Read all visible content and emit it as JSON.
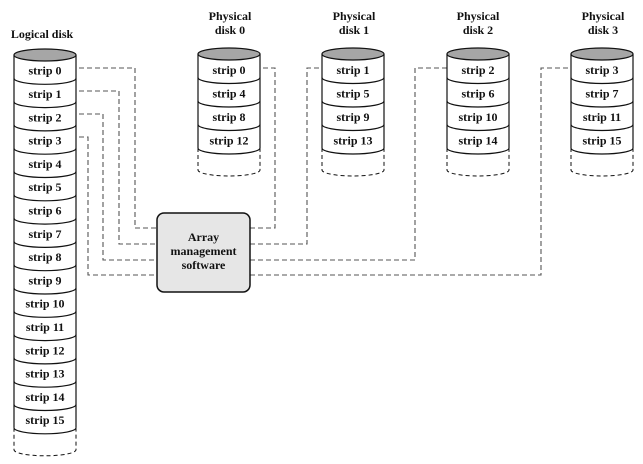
{
  "logical_disk": {
    "title": "Logical disk",
    "strips": [
      "strip 0",
      "strip 1",
      "strip 2",
      "strip 3",
      "strip 4",
      "strip 5",
      "strip 6",
      "strip 7",
      "strip 8",
      "strip 9",
      "strip 10",
      "strip 11",
      "strip 12",
      "strip 13",
      "strip 14",
      "strip 15"
    ]
  },
  "physical_disks": [
    {
      "title_line1": "Physical",
      "title_line2": "disk 0",
      "strips": [
        "strip 0",
        "strip 4",
        "strip 8",
        "strip 12"
      ]
    },
    {
      "title_line1": "Physical",
      "title_line2": "disk 1",
      "strips": [
        "strip 1",
        "strip 5",
        "strip 9",
        "strip 13"
      ]
    },
    {
      "title_line1": "Physical",
      "title_line2": "disk 2",
      "strips": [
        "strip 2",
        "strip 6",
        "strip 10",
        "strip 14"
      ]
    },
    {
      "title_line1": "Physical",
      "title_line2": "disk 3",
      "strips": [
        "strip 3",
        "strip 7",
        "strip 11",
        "strip 15"
      ]
    }
  ],
  "controller": {
    "line1": "Array",
    "line2": "management",
    "line3": "software"
  },
  "colors": {
    "disk_top": "#a6a6a6",
    "controller_fill": "#e6e6e6",
    "stroke": "#111111",
    "dash": "#555555"
  }
}
